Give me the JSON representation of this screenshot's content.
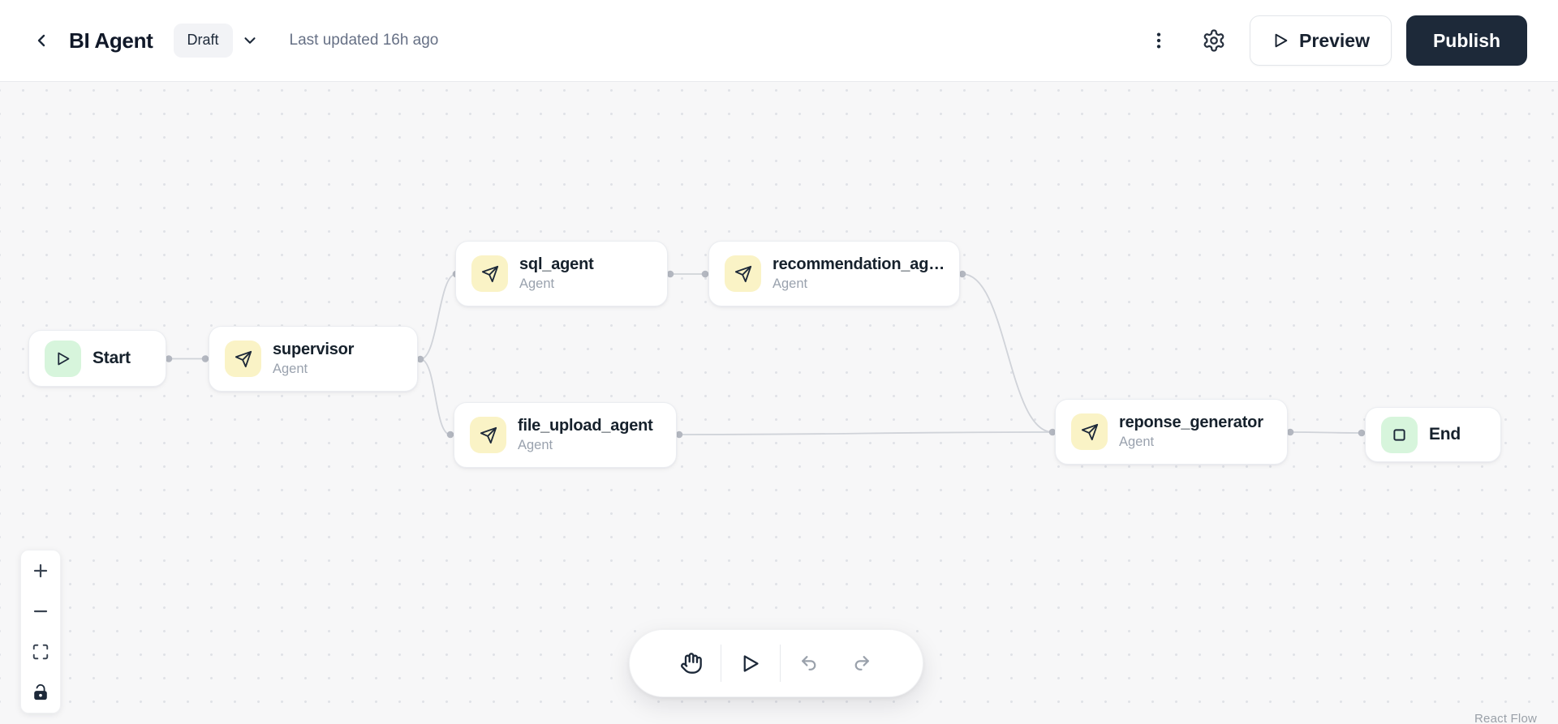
{
  "header": {
    "title": "BI Agent",
    "status": "Draft",
    "last_updated": "Last updated 16h ago",
    "preview_label": "Preview",
    "publish_label": "Publish",
    "icons": [
      "back-chevron-icon",
      "chevron-down-icon",
      "kebab-menu-icon",
      "gear-icon",
      "play-icon"
    ]
  },
  "canvas": {
    "nodes": [
      {
        "id": "start",
        "type": "start",
        "title": "Start",
        "icon": "play-icon"
      },
      {
        "id": "supervisor",
        "type": "agent",
        "title": "supervisor",
        "subtitle": "Agent",
        "icon": "send-icon"
      },
      {
        "id": "sql_agent",
        "type": "agent",
        "title": "sql_agent",
        "subtitle": "Agent",
        "icon": "send-icon"
      },
      {
        "id": "recommendation_agent",
        "type": "agent",
        "title": "recommendation_ag…",
        "subtitle": "Agent",
        "icon": "send-icon"
      },
      {
        "id": "file_upload_agent",
        "type": "agent",
        "title": "file_upload_agent",
        "subtitle": "Agent",
        "icon": "send-icon"
      },
      {
        "id": "reponse_generator",
        "type": "agent",
        "title": "reponse_generator",
        "subtitle": "Agent",
        "icon": "send-icon"
      },
      {
        "id": "end",
        "type": "end",
        "title": "End",
        "icon": "square-icon"
      }
    ],
    "edges": [
      {
        "from": "start",
        "to": "supervisor"
      },
      {
        "from": "supervisor",
        "to": "sql_agent"
      },
      {
        "from": "supervisor",
        "to": "file_upload_agent"
      },
      {
        "from": "sql_agent",
        "to": "recommendation_agent"
      },
      {
        "from": "recommendation_agent",
        "to": "reponse_generator"
      },
      {
        "from": "file_upload_agent",
        "to": "reponse_generator"
      },
      {
        "from": "reponse_generator",
        "to": "end"
      }
    ],
    "attribution": "React Flow"
  },
  "zoom_controls": {
    "items": [
      "zoom-in",
      "zoom-out",
      "fit-view",
      "lock-interactivity"
    ]
  },
  "bottom_toolbar": {
    "items": [
      "pan-hand",
      "run",
      "undo",
      "redo"
    ]
  },
  "colors": {
    "publish_bg": "#1d2939",
    "agent_icon_bg": "#faf3c6",
    "terminal_icon_bg": "#d7f5dc",
    "canvas_bg": "#f7f7f8",
    "edge": "#d0d3d9",
    "text_primary": "#101828",
    "text_secondary": "#667085",
    "text_muted": "#9aa2ae"
  }
}
